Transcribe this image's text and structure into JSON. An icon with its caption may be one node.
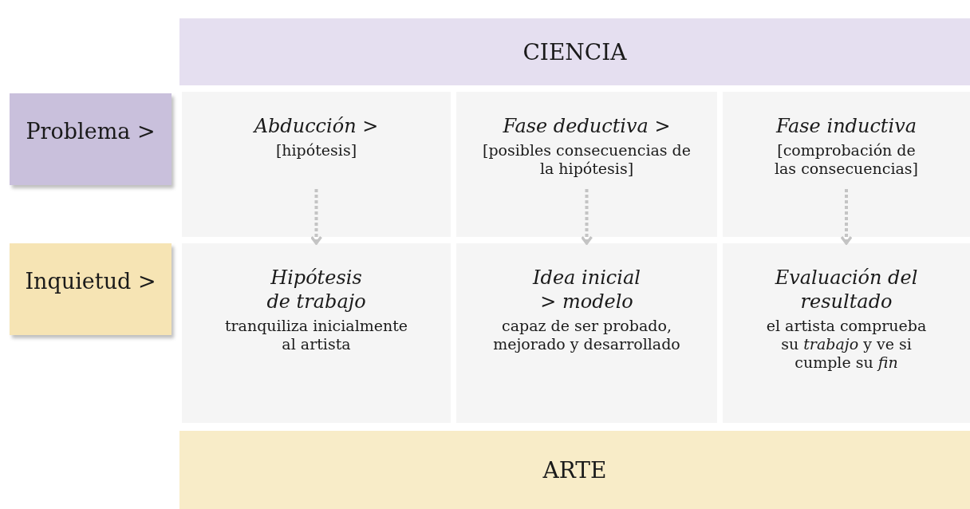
{
  "diagram": {
    "nodes": [
      {
        "text": [
          "CIENCIA"
        ]
      },
      {
        "text": [
          "Problema >"
        ]
      },
      {
        "text": [
          "*Abducción*  >",
          "[hipótesis]"
        ]
      },
      {
        "text": [
          "*Fase deductiva*  >",
          "[posibles consecuencias de la hipótesis]"
        ]
      },
      {
        "text": [
          "Fase inductiva",
          "[comprobación de las consecuencias]"
        ]
      },
      {
        "text": [
          "Inquietud >"
        ]
      },
      {
        "text": [
          "Hipótesis de trabajo",
          "tranquiliza inicialmente al artista"
        ]
      },
      {
        "text": [
          "*Idea inicial* > *modelo*",
          "capaz de ser probado, mejorado y desarrollado"
        ]
      },
      {
        "text": [
          "Evaluación del resultado",
          "el artista comprueba su *trabajo* y ve si cumple su *fin*"
        ]
      },
      {
        "text": [
          "ARTE"
        ]
      }
    ],
    "edges": [
      {
        "from": 2,
        "to": 6,
        "arrow": "to",
        "style": "dashed"
      },
      {
        "from": 3,
        "to": 7,
        "arrow": "to",
        "style": "dashed"
      },
      {
        "from": 4,
        "to": 8,
        "arrow": "to",
        "style": "dashed"
      }
    ]
  }
}
